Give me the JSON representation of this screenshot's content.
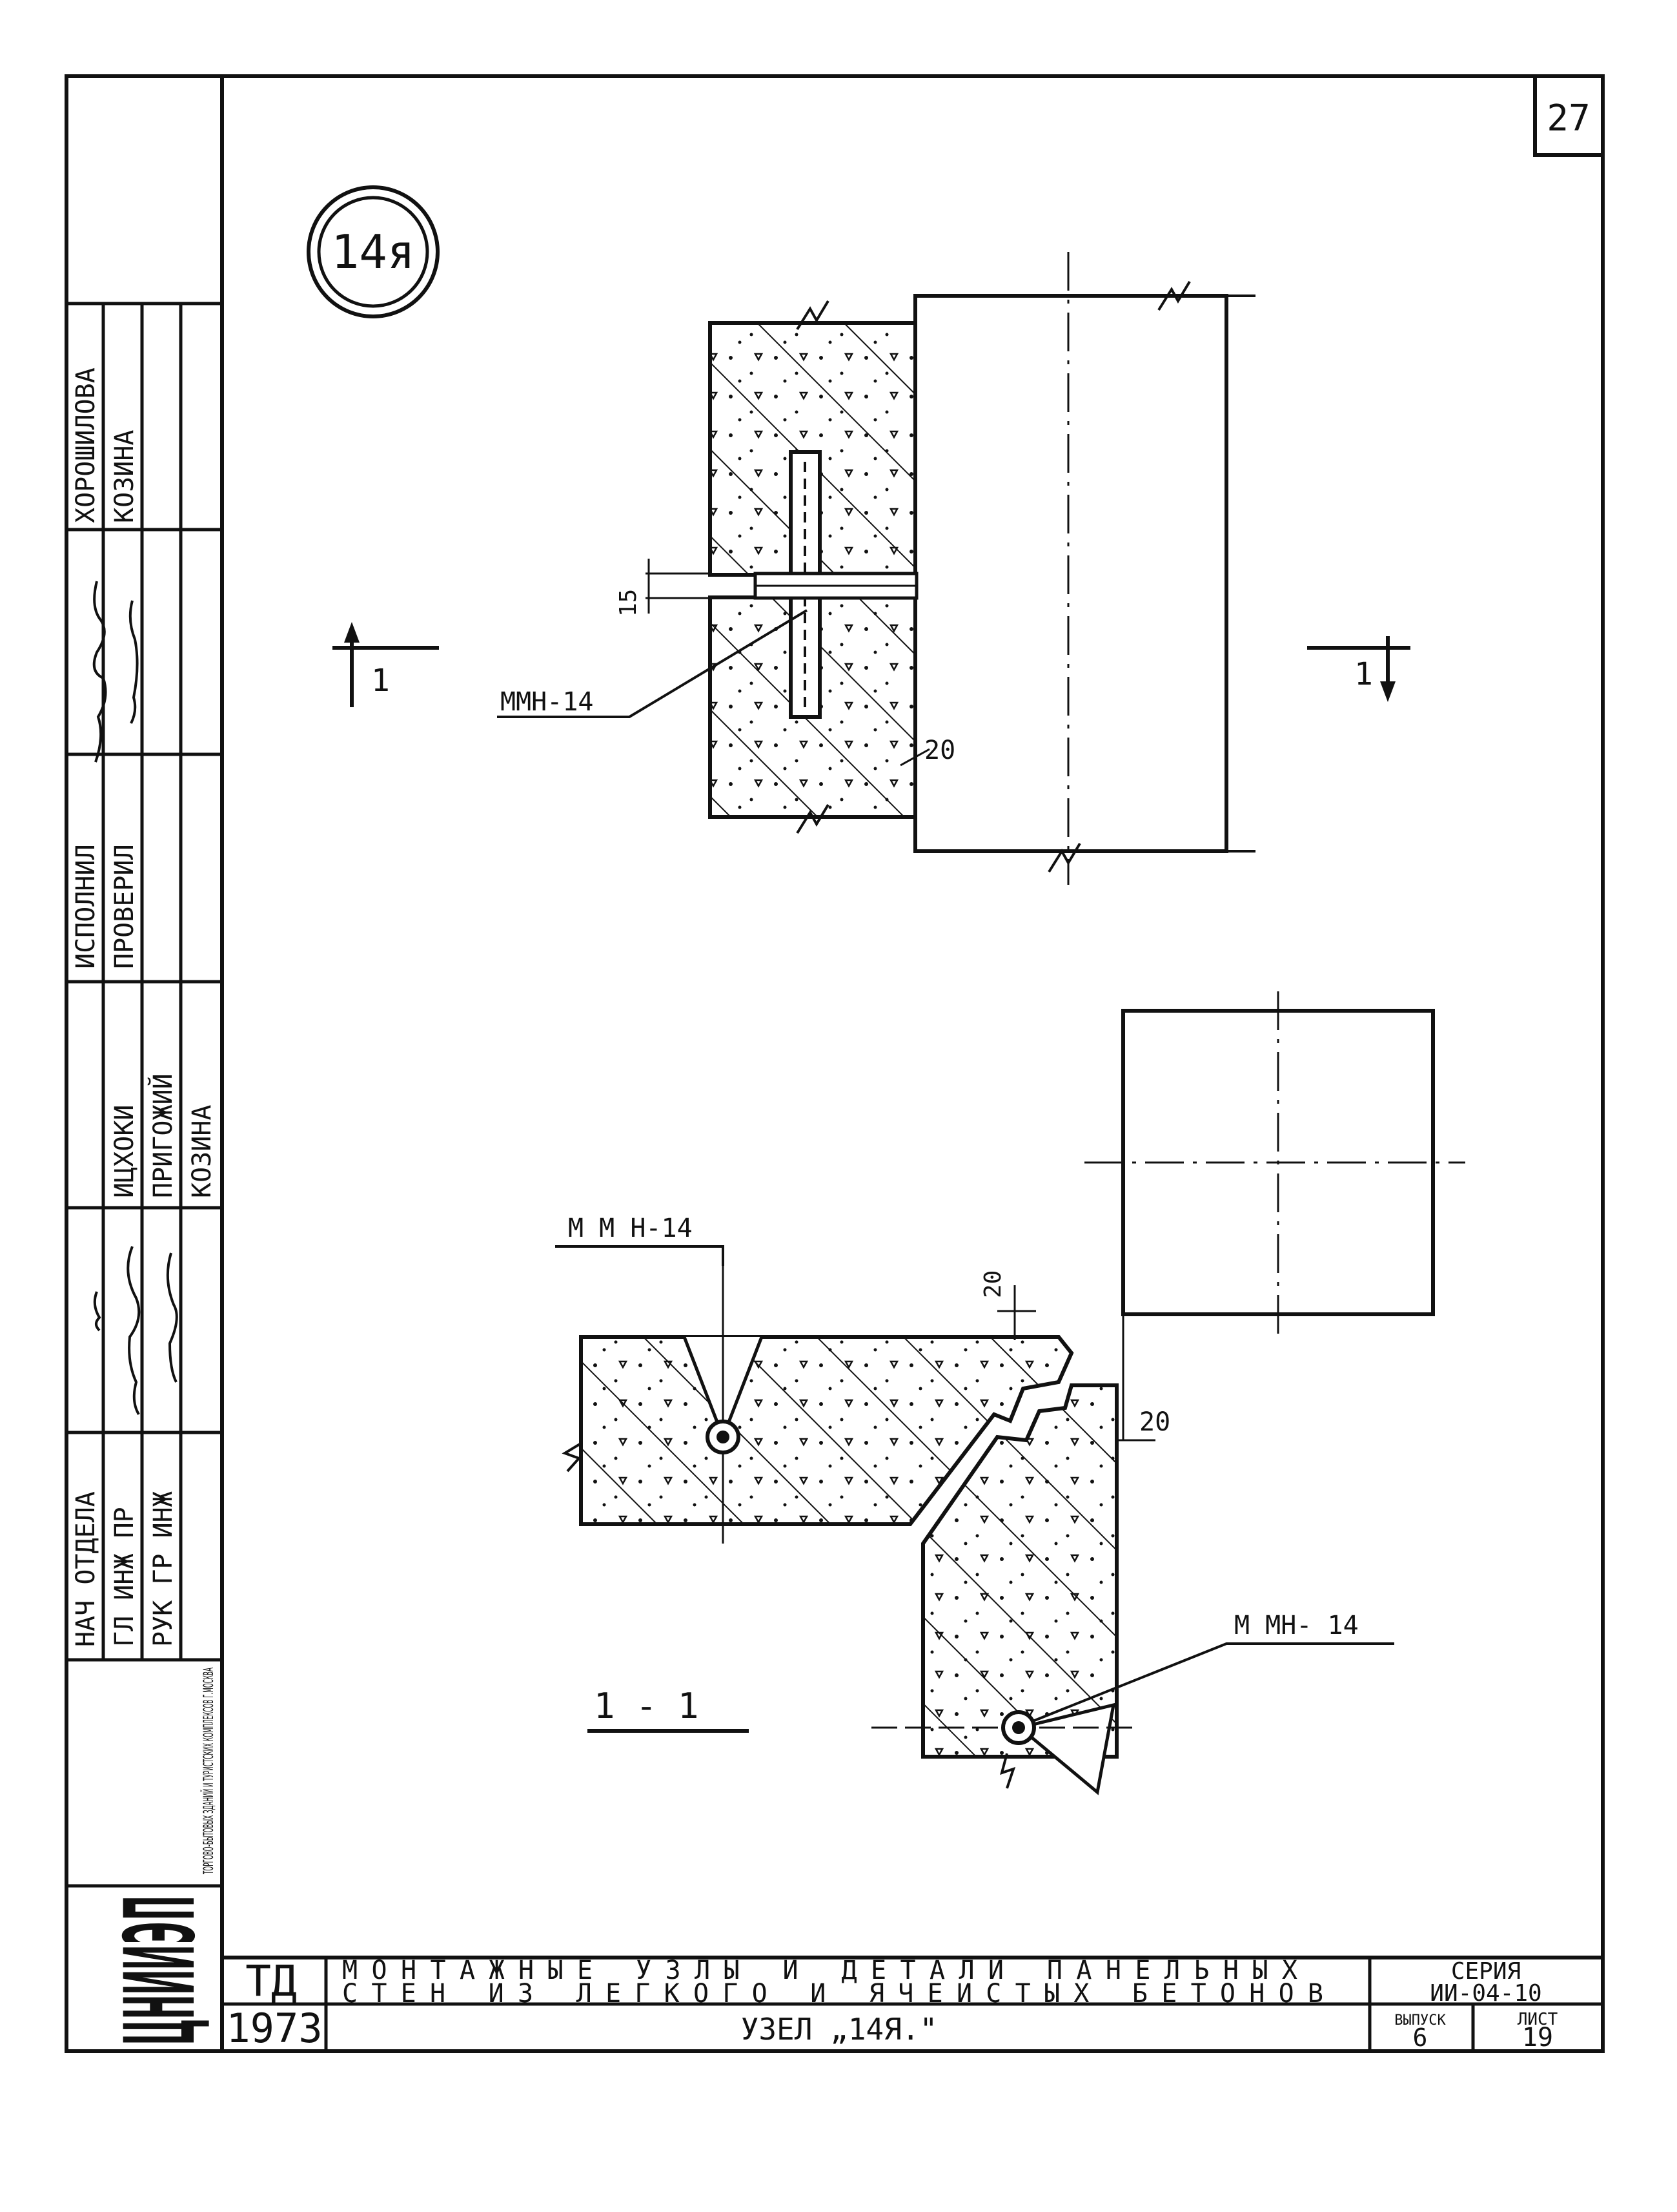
{
  "sheet": {
    "page_number": "27",
    "node_mark": "14я",
    "section_mark": "1",
    "section_title": "1 - 1",
    "dimensions": {
      "gap_top": "15",
      "offset_top": "20",
      "offset_section_a": "20",
      "offset_section_b": "20"
    },
    "callouts": {
      "anchor_top": "ММН-14",
      "anchor_section_left": "М М Н-14",
      "anchor_section_right": "М МН- 14"
    }
  },
  "side_stamp": {
    "org_logo": "ЦНИИЭП",
    "org_name": "ТОРГОВО-БЫТОВЫХ ЗДАНИЙ И ТУРИСТСКИХ КОМПЛЕКСОВ Г.МОСКВА",
    "roles": [
      "НАЧ ОТДЕЛА",
      "ГЛ ИНЖ ПР",
      "РУК ГР ИНЖ"
    ],
    "role_names": [
      "ИЦХОКИ",
      "ПРИГОЖИЙ",
      "КОЗИНА"
    ],
    "exec_roles": [
      "ИСПОЛНИЛ",
      "ПРОВЕРИЛ"
    ],
    "exec_names": [
      "ХОРОШИЛОВА",
      "КОЗИНА"
    ]
  },
  "title_block": {
    "code": "ТД",
    "year": "1973",
    "title_line1": "МОНТАЖНЫЕ УЗЛЫ И ДЕТАЛИ ПАНЕЛЬНЫХ",
    "title_line2": "СТЕН ИЗ ЛЕГКОГО И ЯЧЕИСТЫХ БЕТОНОВ",
    "subtitle": "УЗЕЛ „14Я.\"",
    "series_label": "СЕРИЯ",
    "series_value": "ИИ-04-10",
    "issue_label": "ВЫПУСК",
    "issue_value": "6",
    "sheet_label": "ЛИСТ",
    "sheet_value": "19"
  }
}
